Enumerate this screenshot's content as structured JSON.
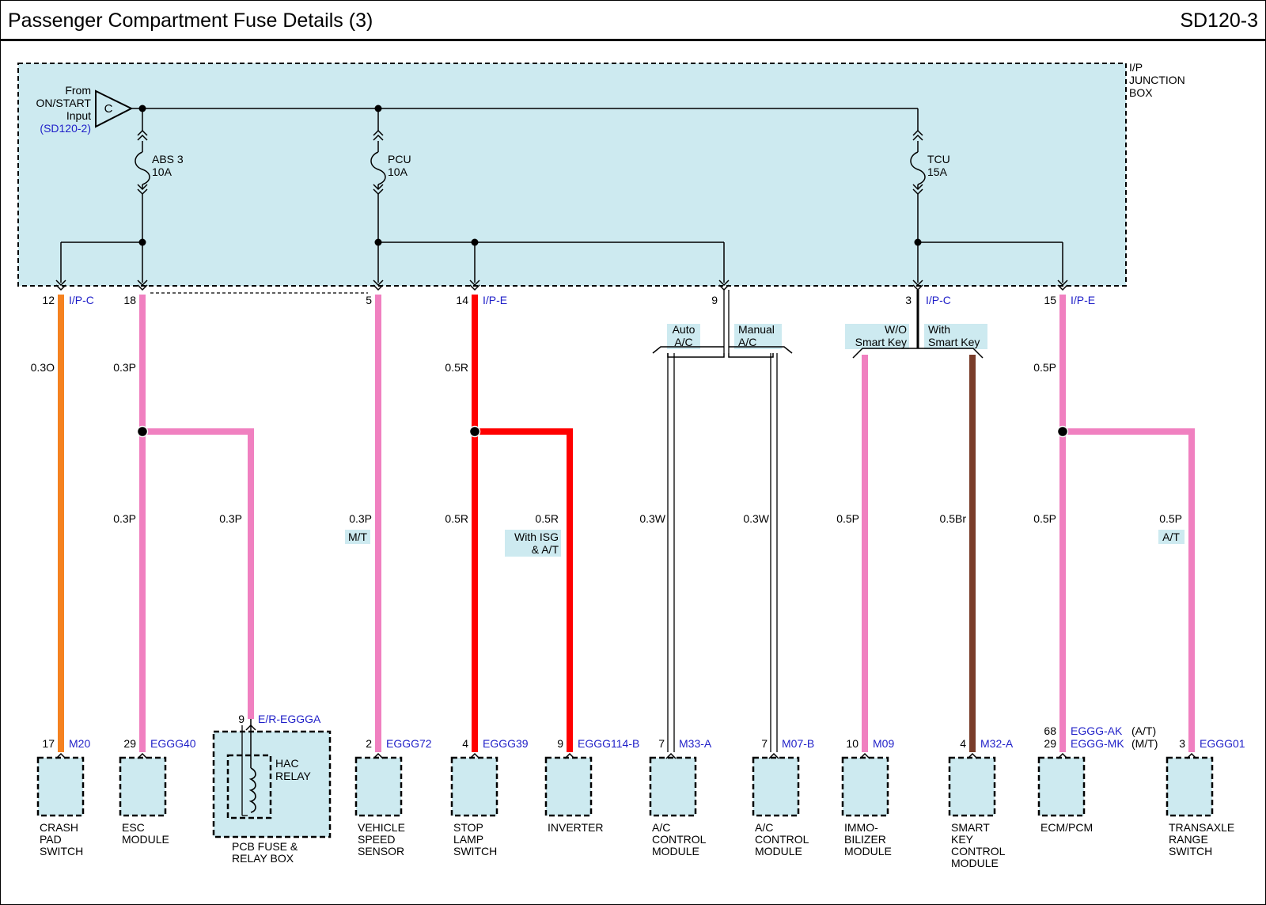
{
  "header": {
    "title": "Passenger Compartment Fuse Details (3)",
    "code": "SD120-3"
  },
  "colors": {
    "box_fill": "#cdeaf0",
    "label_fill": "#cdeaf0",
    "link_blue": "#1f1fc8",
    "pink": "#f080c0",
    "orange": "#f58220",
    "red": "#ff0000",
    "brown": "#7a3d2a",
    "white": "#ffffff"
  },
  "junction_box": {
    "label": [
      "I/P",
      "JUNCTION",
      "BOX"
    ]
  },
  "source": {
    "lines": [
      "From",
      "ON/START",
      "Input"
    ],
    "ref": "(SD120-2)",
    "connector": "C"
  },
  "fuses": [
    {
      "name": "ABS 3",
      "rating": "10A"
    },
    {
      "name": "PCU",
      "rating": "10A"
    },
    {
      "name": "TCU",
      "rating": "15A"
    }
  ],
  "box_pins": [
    {
      "pin": "12",
      "connector": "I/P-C"
    },
    {
      "pin": "18",
      "connector": ""
    },
    {
      "pin": "5",
      "connector": ""
    },
    {
      "pin": "14",
      "connector": "I/P-E"
    },
    {
      "pin": "9",
      "connector": ""
    },
    {
      "pin": "3",
      "connector": "I/P-C"
    },
    {
      "pin": "15",
      "connector": "I/P-E"
    }
  ],
  "option_tags": {
    "auto_ac": [
      "Auto",
      "A/C"
    ],
    "manual_ac": [
      "Manual",
      "A/C"
    ],
    "wo_smart": [
      "W/O",
      "Smart Key"
    ],
    "with_smart": [
      "With",
      "Smart Key"
    ],
    "mt": "M/T",
    "isg": [
      "With ISG",
      "& A/T"
    ],
    "at": "A/T"
  },
  "wire_labels": {
    "crash": "0.3O",
    "esc_upper": "0.3P",
    "esc_lower": "0.3P",
    "pcb": "0.3P",
    "vss": "0.3P",
    "stop_upper": "0.5R",
    "stop_lower": "0.5R",
    "inverter": "0.5R",
    "ac_auto": "0.3W",
    "ac_manual": "0.3W",
    "immo": "0.5P",
    "smart": "0.5Br",
    "ecm_upper": "0.5P",
    "ecm_lower": "0.5P",
    "tr": "0.5P"
  },
  "hac": {
    "pin": "9",
    "connector": "E/R-EGGGA",
    "relay": [
      "HAC",
      "RELAY"
    ]
  },
  "components": [
    {
      "pin": "17",
      "connector": "M20",
      "name": [
        "CRASH",
        "PAD",
        "SWITCH"
      ]
    },
    {
      "pin": "29",
      "connector": "EGGG40",
      "name": [
        "ESC",
        "MODULE"
      ]
    },
    {
      "pin": "",
      "connector": "",
      "name": [
        "PCB FUSE &",
        "RELAY BOX"
      ]
    },
    {
      "pin": "2",
      "connector": "EGGG72",
      "name": [
        "VEHICLE",
        "SPEED",
        "SENSOR"
      ]
    },
    {
      "pin": "4",
      "connector": "EGGG39",
      "name": [
        "STOP",
        "LAMP",
        "SWITCH"
      ]
    },
    {
      "pin": "9",
      "connector": "EGGG114-B",
      "name": [
        "INVERTER"
      ]
    },
    {
      "pin": "7",
      "connector": "M33-A",
      "name": [
        "A/C",
        "CONTROL",
        "MODULE"
      ]
    },
    {
      "pin": "7",
      "connector": "M07-B",
      "name": [
        "A/C",
        "CONTROL",
        "MODULE"
      ]
    },
    {
      "pin": "10",
      "connector": "M09",
      "name": [
        "IMMO-",
        "BILIZER",
        "MODULE"
      ]
    },
    {
      "pin": "4",
      "connector": "M32-A",
      "name": [
        "SMART",
        "KEY",
        "CONTROL",
        "MODULE"
      ]
    },
    {
      "pin": "",
      "connector": "",
      "name": [
        "ECM/PCM"
      ]
    },
    {
      "pin": "3",
      "connector": "EGGG01",
      "name": [
        "TRANSAXLE",
        "RANGE",
        "SWITCH"
      ]
    }
  ],
  "ecm_pins": [
    {
      "pin": "68",
      "connector": "EGGG-AK",
      "note": "(A/T)"
    },
    {
      "pin": "29",
      "connector": "EGGG-MK",
      "note": "(M/T)"
    }
  ]
}
